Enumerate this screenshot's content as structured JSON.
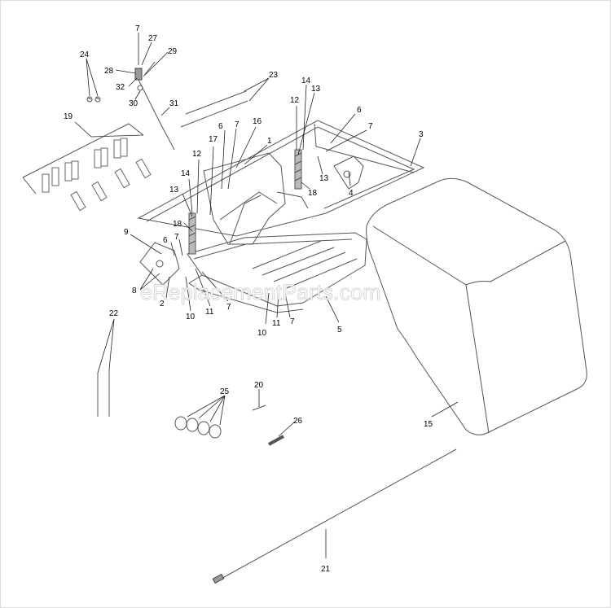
{
  "diagram": {
    "watermark": "eReplacementParts.com",
    "callouts": [
      {
        "id": "c7a",
        "text": "7"
      },
      {
        "id": "c27",
        "text": "27"
      },
      {
        "id": "c24",
        "text": "24"
      },
      {
        "id": "c28",
        "text": "28"
      },
      {
        "id": "c29",
        "text": "29"
      },
      {
        "id": "c32",
        "text": "32"
      },
      {
        "id": "c30",
        "text": "30"
      },
      {
        "id": "c31",
        "text": "31"
      },
      {
        "id": "c23",
        "text": "23"
      },
      {
        "id": "c19",
        "text": "19"
      },
      {
        "id": "c14a",
        "text": "14"
      },
      {
        "id": "c13a",
        "text": "13"
      },
      {
        "id": "c12a",
        "text": "12"
      },
      {
        "id": "c6a",
        "text": "6"
      },
      {
        "id": "c7b",
        "text": "7"
      },
      {
        "id": "c16",
        "text": "16"
      },
      {
        "id": "c1",
        "text": "1"
      },
      {
        "id": "c17",
        "text": "17"
      },
      {
        "id": "c12b",
        "text": "12"
      },
      {
        "id": "c14b",
        "text": "14"
      },
      {
        "id": "c13b",
        "text": "13"
      },
      {
        "id": "c18a",
        "text": "18"
      },
      {
        "id": "c6b",
        "text": "6"
      },
      {
        "id": "c7c",
        "text": "7"
      },
      {
        "id": "c3",
        "text": "3"
      },
      {
        "id": "c13c",
        "text": "13"
      },
      {
        "id": "c18b",
        "text": "18"
      },
      {
        "id": "c4",
        "text": "4"
      },
      {
        "id": "c9",
        "text": "9"
      },
      {
        "id": "c6c",
        "text": "6"
      },
      {
        "id": "c7d",
        "text": "7"
      },
      {
        "id": "c8",
        "text": "8"
      },
      {
        "id": "c2",
        "text": "2"
      },
      {
        "id": "c10a",
        "text": "10"
      },
      {
        "id": "c11a",
        "text": "11"
      },
      {
        "id": "c7e",
        "text": "7"
      },
      {
        "id": "c10b",
        "text": "10"
      },
      {
        "id": "c11b",
        "text": "11"
      },
      {
        "id": "c7f",
        "text": "7"
      },
      {
        "id": "c5",
        "text": "5"
      },
      {
        "id": "c22",
        "text": "22"
      },
      {
        "id": "c15",
        "text": "15"
      },
      {
        "id": "c25",
        "text": "25"
      },
      {
        "id": "c20",
        "text": "20"
      },
      {
        "id": "c26",
        "text": "26"
      },
      {
        "id": "c21",
        "text": "21"
      }
    ]
  }
}
